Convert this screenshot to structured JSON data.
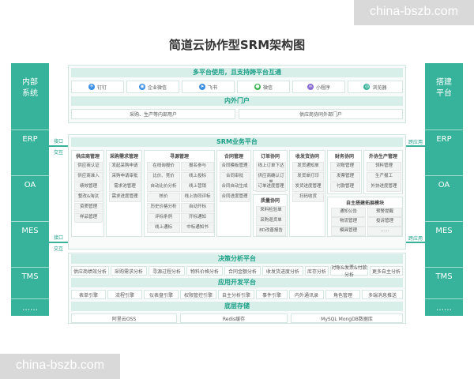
{
  "title": "简道云协作型SRM架构图",
  "watermark": "china-bszb.com",
  "left_panel": {
    "head": [
      "内部",
      "系统"
    ],
    "items": [
      "ERP",
      "OA",
      "MES",
      "TMS",
      "……"
    ]
  },
  "right_panel": {
    "head": [
      "搭建",
      "平台"
    ],
    "items": [
      "ERP",
      "OA",
      "MES",
      "TMS",
      "……"
    ]
  },
  "top_band": "多平台使用，且支持跨平台互通",
  "platforms": [
    {
      "label": "钉钉",
      "icon": "dingtalk-icon",
      "color": "#3a8ee6"
    },
    {
      "label": "企业微信",
      "icon": "wecom-icon",
      "color": "#3a8ee6"
    },
    {
      "label": "飞书",
      "icon": "feishu-icon",
      "color": "#3a8ee6"
    },
    {
      "label": "微信",
      "icon": "wechat-icon",
      "color": "#37b34a"
    },
    {
      "label": "小程序",
      "icon": "miniprogram-icon",
      "color": "#8a6fd0"
    },
    {
      "label": "浏览器",
      "icon": "browser-icon",
      "color": "#37b39b"
    }
  ],
  "portal_band": "内外门户",
  "portals": [
    "采购、生产等内部用户",
    "供应商协同外部门户"
  ],
  "arrow_labels": {
    "left_top": [
      "接口",
      "交互"
    ],
    "right_top": "跨应用",
    "left_bottom": [
      "接口",
      "交互"
    ],
    "right_bottom": "跨应用"
  },
  "business_band": "SRM业务平台",
  "modules": [
    {
      "title": "供应商管理",
      "items": [
        "供应商认证",
        "供应商准入",
        "绩效管理",
        "整改&淘汰",
        "资质管理",
        "样品管理"
      ]
    },
    {
      "title": "采购需求管理",
      "items": [
        "发起采购申请",
        "采购申请审批",
        "需求池管理",
        "需求进度管理"
      ]
    },
    {
      "title": "寻源管理",
      "left": [
        "在线询报价",
        "比价、竞价",
        "自动比价分析",
        "核价",
        "历史价格分析",
        "评标条例",
        "线上通标"
      ],
      "right": [
        "报名参与",
        "线上投标",
        "线上营销",
        "线上协同评标",
        "自动开标",
        "开标通知",
        "中标通知书"
      ]
    },
    {
      "title": "合同管理",
      "items": [
        "合同模板管理",
        "合同审批",
        "合同自动生成",
        "合同进度管理"
      ]
    },
    {
      "title": "订单协同",
      "items": [
        "线上订单下达",
        "供应商确认订单",
        "订单进度管理"
      ]
    },
    {
      "title": "收发货协同",
      "items": [
        "发货通知单",
        "发货单打印",
        "发货进度管理",
        "扫码收货"
      ]
    },
    {
      "title": "财务协同",
      "items": [
        "对账管理",
        "发票管理",
        "付款管理"
      ]
    },
    {
      "title": "外协生产管理",
      "items": [
        "领料管理",
        "生产报工",
        "外协进度管理"
      ]
    }
  ],
  "quality": {
    "title": "质量协同",
    "items": [
      "来料检验单",
      "采购退货单",
      "8D改善报告"
    ]
  },
  "extension": {
    "title": "自主搭建拓展模块",
    "items": [
      "通知公告",
      "预警提醒",
      "物流管理",
      "投诉管理",
      "模具管理",
      "……"
    ]
  },
  "analysis_band": "决策分析平台",
  "analysis": [
    "供应商绩效分析",
    "采购需求分析",
    "寻源过程分析",
    "物料价格分析",
    "合同金额分析",
    "收发货进度分析",
    "库存分析",
    "对账&发票&付款分析",
    "更多自主分析"
  ],
  "dev_band": "应用开发平台",
  "dev": [
    "表单引擎",
    "流程引擎",
    "仪表盘引擎",
    "权限管控引擎",
    "自主分析引擎",
    "事件引擎",
    "内外通讯录",
    "角色管理",
    "多端消息推送"
  ],
  "storage_band": "底层存储",
  "storage": [
    "阿里云OSS",
    "Redis缓存",
    "MySQL MongDB数据库"
  ],
  "colors": {
    "accent": "#37b39b",
    "band_bg": "#d8efe9",
    "band_text": "#1b9f86"
  }
}
